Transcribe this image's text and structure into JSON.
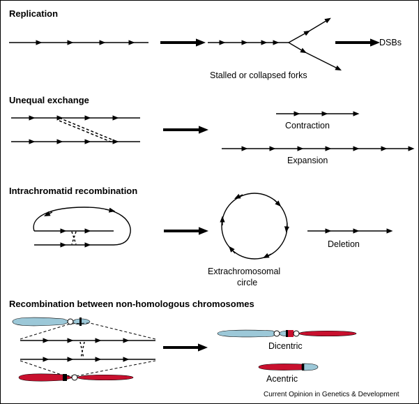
{
  "sections": {
    "replication": {
      "title": "Replication",
      "dsbs": "DSBs",
      "forks": "Stalled or collapsed forks"
    },
    "unequal": {
      "title": "Unequal exchange",
      "contraction": "Contraction",
      "expansion": "Expansion"
    },
    "intra": {
      "title": "Intrachromatid recombination",
      "circle_line1": "Extrachromosomal",
      "circle_line2": "circle",
      "deletion": "Deletion"
    },
    "nonhom": {
      "title": "Recombination between non-homologous chromosomes",
      "dicentric": "Dicentric",
      "acentric": "Acentric"
    }
  },
  "credit": "Current Opinion in Genetics & Development",
  "colors": {
    "chromosome_blue": "#9cc8d8",
    "chromosome_red": "#c8102e",
    "line": "#000000"
  }
}
